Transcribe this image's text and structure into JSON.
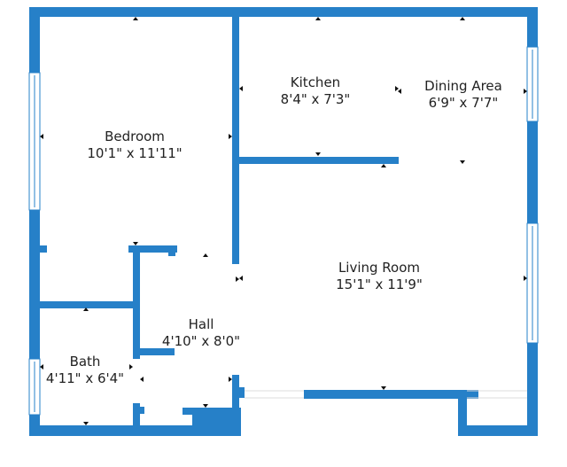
{
  "floorplan": {
    "wall_color": "#2680c8",
    "rooms": [
      {
        "name": "Bedroom",
        "dimensions": "10'1\" x 11'11\""
      },
      {
        "name": "Kitchen",
        "dimensions": "8'4\" x 7'3\""
      },
      {
        "name": "Dining Area",
        "dimensions": "6'9\" x 7'7\""
      },
      {
        "name": "Living Room",
        "dimensions": "15'1\" x 11'9\""
      },
      {
        "name": "Hall",
        "dimensions": "4'10\" x 8'0\""
      },
      {
        "name": "Bath",
        "dimensions": "4'11\" x 6'4\""
      }
    ]
  }
}
